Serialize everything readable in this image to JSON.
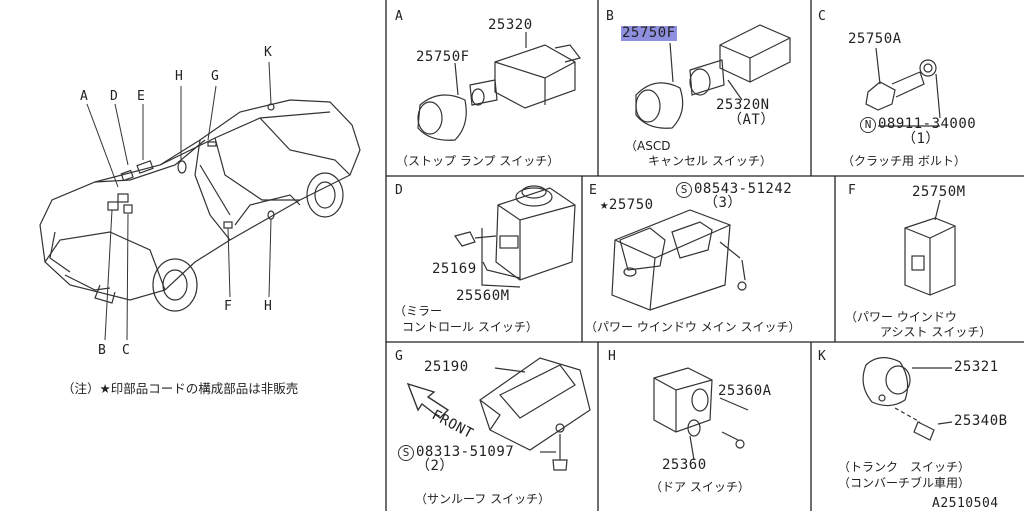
{
  "car": {
    "labels": [
      "A",
      "D",
      "E",
      "H",
      "G",
      "K",
      "B",
      "C",
      "F",
      "H"
    ],
    "note": "（注）★印部品コードの構成部品は非販売"
  },
  "panels": {
    "A": {
      "letter": "A",
      "parts": [
        "25320",
        "25750F"
      ],
      "caption": "（ストップ ランプ スイッチ）"
    },
    "B": {
      "letter": "B",
      "parts": [
        "25750F",
        "25320N",
        "（AT）"
      ],
      "sub": "（ASCD",
      "caption": "キャンセル スイッチ）"
    },
    "C": {
      "letter": "C",
      "parts": [
        "25750A",
        "08911-34000",
        "（1）"
      ],
      "circle": "N",
      "caption": "（クラッチ用 ボルト）"
    },
    "D": {
      "letter": "D",
      "parts": [
        "25169",
        "25560M"
      ],
      "caption1": "（ミラー",
      "caption2": "コントロール スイッチ）"
    },
    "E": {
      "letter": "E",
      "parts": [
        "★25750",
        "08543-51242",
        "（3）"
      ],
      "circle": "S",
      "caption": "（パワー ウインドウ メイン スイッチ）"
    },
    "F": {
      "letter": "F",
      "parts": [
        "25750M"
      ],
      "caption1": "（パワー ウインドウ",
      "caption2": "アシスト スイッチ）"
    },
    "G": {
      "letter": "G",
      "parts": [
        "25190",
        "FRONT",
        "08313-51097",
        "（2）"
      ],
      "circle": "S",
      "caption": "（サンルーフ スイッチ）"
    },
    "H": {
      "letter": "H",
      "parts": [
        "25360A",
        "25360"
      ],
      "caption": "（ドア スイッチ）"
    },
    "K": {
      "letter": "K",
      "parts": [
        "25321",
        "25340B"
      ],
      "caption1": "（トランク　スイッチ）",
      "caption2": "（コンバーチブル車用）"
    }
  },
  "figure_code": "A2510504"
}
